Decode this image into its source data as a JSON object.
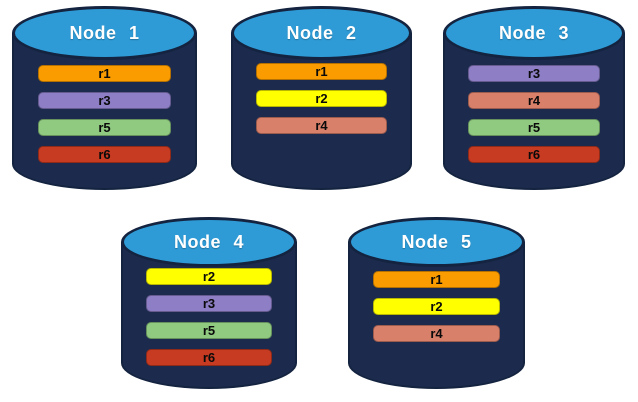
{
  "diagram": {
    "description": "Five database nodes with replicated partitions",
    "colors": {
      "background": "#FFFFFF",
      "cylinder_body": "#1C2B4D",
      "cylinder_outline": "#14233F",
      "cylinder_top": "#2E9BD6",
      "title_text": "#FFFFFF",
      "bar_label_text": "#0A0A0A"
    },
    "replica_colors": {
      "r1": "#FA9C00",
      "r2": "#FFFF00",
      "r3": "#8D7EC5",
      "r4": "#D9806B",
      "r5": "#8FCA80",
      "r6": "#C63B22"
    },
    "nodes": [
      {
        "label": "Node 1",
        "replicas": [
          "r1",
          "r3",
          "r5",
          "r6"
        ]
      },
      {
        "label": "Node 2",
        "replicas": [
          "r1",
          "r2",
          "r4"
        ]
      },
      {
        "label": "Node 3",
        "replicas": [
          "r3",
          "r4",
          "r5",
          "r6"
        ]
      },
      {
        "label": "Node 4",
        "replicas": [
          "r2",
          "r3",
          "r5",
          "r6"
        ]
      },
      {
        "label": "Node 5",
        "replicas": [
          "r1",
          "r2",
          "r4"
        ]
      }
    ]
  }
}
